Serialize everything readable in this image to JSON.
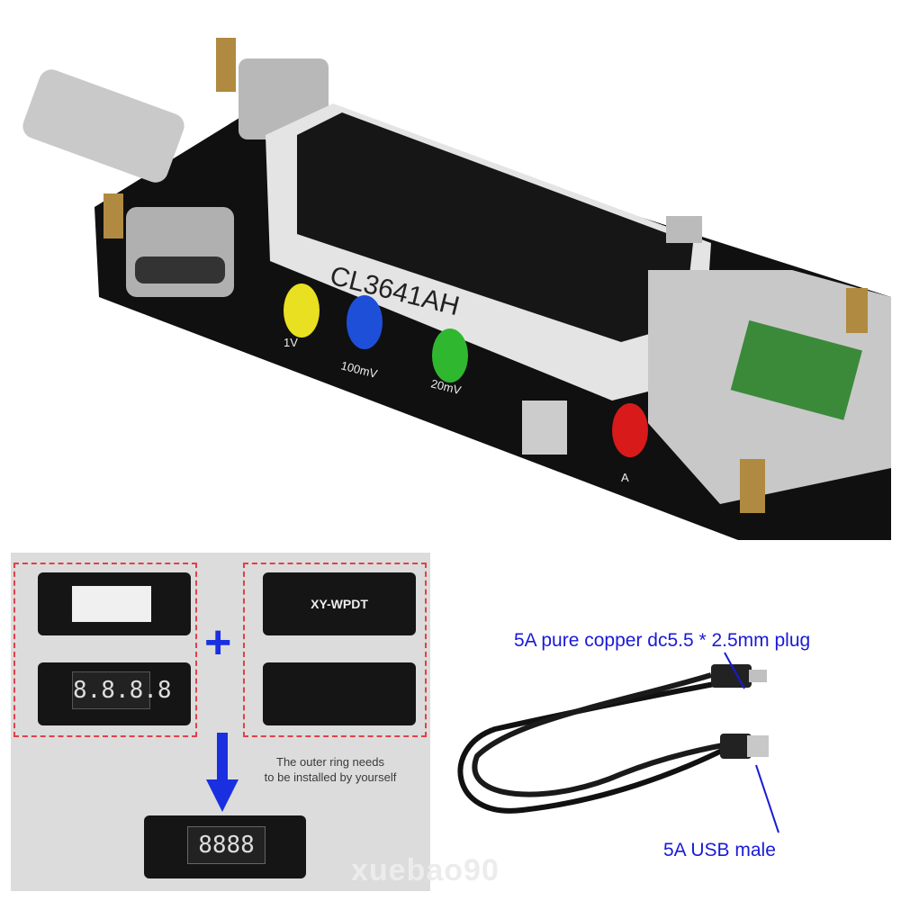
{
  "product_photo": {
    "display_module_label": "CL3641AH",
    "led_labels": [
      "1V",
      "100mV",
      "20mV",
      "A"
    ],
    "led_colors": [
      "#e8e020",
      "#1e4fd8",
      "#2fb82f",
      "#d81a1a"
    ]
  },
  "assembly_panel": {
    "shell_label": "XY-WPDT",
    "note_line1": "The outer ring needs",
    "note_line2": "to be installed by yourself",
    "accent_color": "#1a2fe0"
  },
  "cable": {
    "plug_label": "5A pure copper dc5.5 * 2.5mm plug",
    "usb_label": "5A USB male"
  },
  "watermark": "xuebao90"
}
